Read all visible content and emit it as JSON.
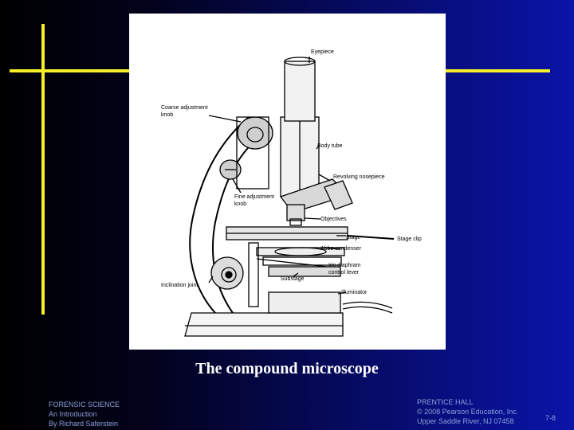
{
  "diagram": {
    "labels": {
      "eyepiece": "Eyepiece",
      "coarse1": "Coarse adjustment",
      "coarse2": "knob",
      "body_tube": "Body tube",
      "nosepiece": "Revolving nosepiece",
      "fine1": "Fine adjustment",
      "fine2": "knob",
      "objectives": "Objectives",
      "stage": "Stage",
      "stage_clip": "Stage clip",
      "abbe": "Abbe condenser",
      "iris1": "Iris diaphram",
      "iris2": "control lever",
      "substage": "Substage",
      "inclination": "Inclination joint",
      "illuminator": "Illuminator"
    }
  },
  "caption": "The compound microscope",
  "footer_left": [
    "FORENSIC SCIENCE",
    "An Introduction",
    "By Richard Saferstein"
  ],
  "footer_right": [
    "PRENTICE HALL",
    "© 2008 Pearson Education, Inc.",
    "Upper Saddle River, NJ 07458"
  ],
  "page_number": "7-8",
  "colors": {
    "accent_line": "#f5ee2a",
    "footer_text": "#8aa0d8"
  }
}
